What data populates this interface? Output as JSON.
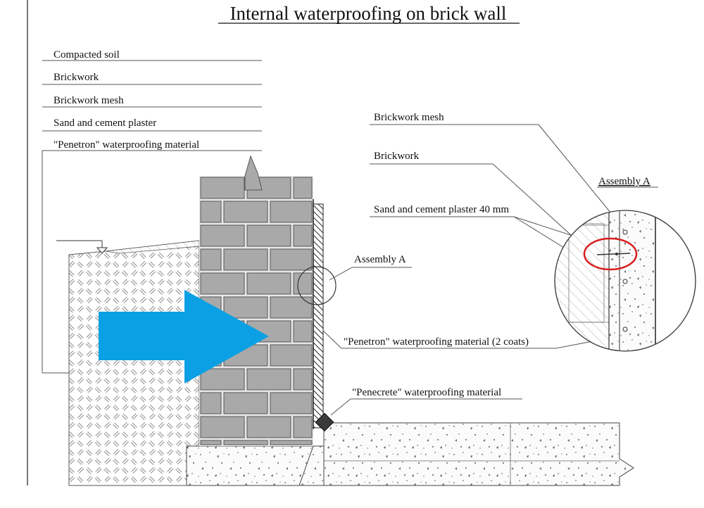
{
  "title": "Internal waterproofing on brick wall",
  "legend_items": [
    "Compacted soil",
    "Brickwork",
    "Brickwork mesh",
    "Sand and cement plaster",
    "\"Penetron\" waterproofing material"
  ],
  "callouts": {
    "brickwork_mesh": "Brickwork mesh",
    "brickwork": "Brickwork",
    "plaster": "Sand and cement plaster 40 mm",
    "assembly_a_detail": "Assembly A",
    "assembly_a_wall": "Assembly A",
    "penetron": "\"Penetron\" waterproofing material (2 coats)",
    "penecrete": "\"Penecrete\" waterproofing material"
  },
  "colors": {
    "arrow": "#0aa0e3",
    "brick": "#a9a9a9",
    "highlight_circle": "#d81e1e",
    "line": "#333333"
  },
  "icons": {
    "water_arrow": "arrow-right",
    "highlight": "red-ellipse"
  }
}
